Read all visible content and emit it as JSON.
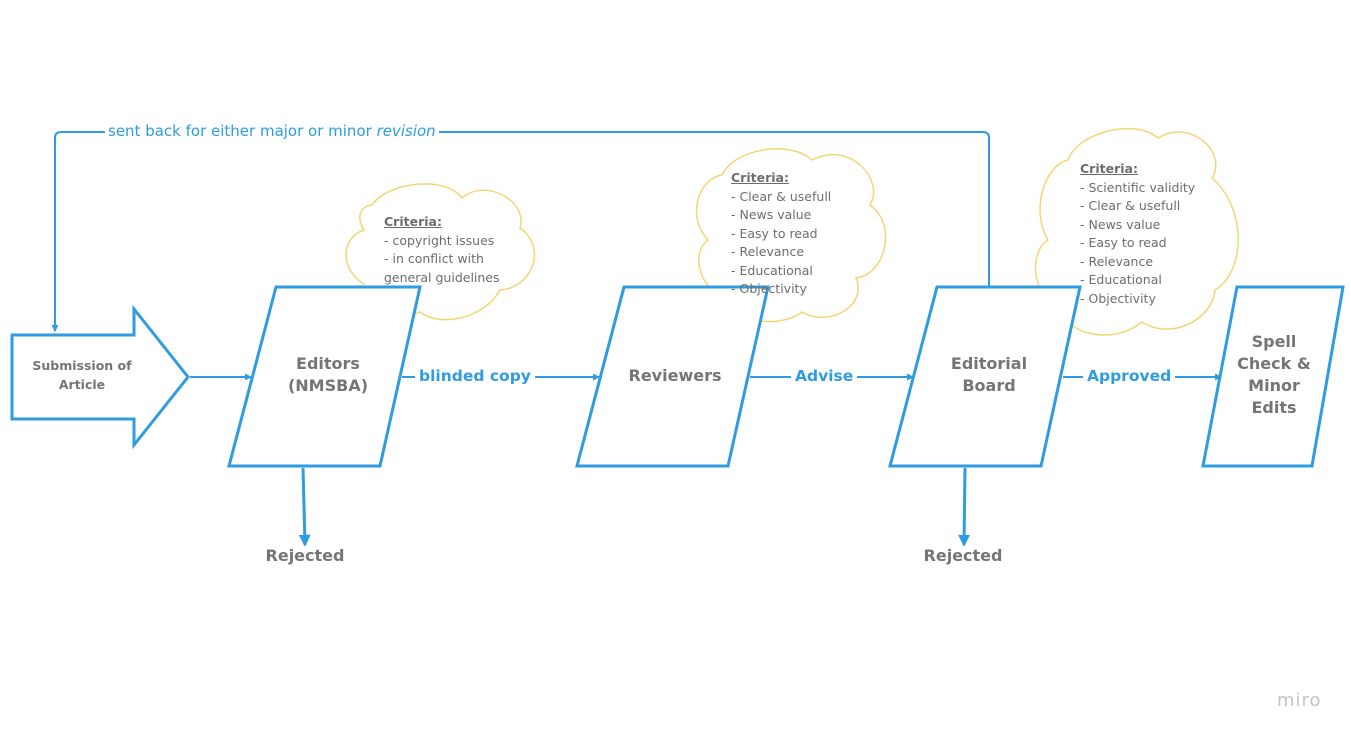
{
  "nodes": {
    "submission": "Submission of Article",
    "editors": "Editors (NMSBA)",
    "reviewers": "Reviewers",
    "board": "Editorial Board",
    "spell": "Spell Check & Minor Edits"
  },
  "edges": {
    "blinded": "blinded copy",
    "advise": "Advise",
    "approved": "Approved"
  },
  "loop": {
    "text": "sent back for either major or minor",
    "emph": "revision"
  },
  "rejected": {
    "editors": "Rejected",
    "board": "Rejected"
  },
  "criteria": {
    "editors": {
      "title": "Criteria:",
      "items": [
        "- copyright issues",
        "- in conflict with",
        "general guidelines"
      ]
    },
    "reviewers": {
      "title": "Criteria:",
      "items": [
        "- Clear & usefull",
        "- News value",
        "- Easy to read",
        "- Relevance",
        "- Educational",
        "- Objectivity"
      ]
    },
    "board": {
      "title": "Criteria:",
      "items": [
        "- Scientific validity",
        "- Clear & usefull",
        "- News value",
        "- Easy to read",
        "- Relevance",
        "- Educational",
        "- Objectivity"
      ]
    }
  },
  "watermark": "miro",
  "colors": {
    "flow": "#2f9be0",
    "cloud": "#f2d675",
    "node_text": "#757575"
  }
}
